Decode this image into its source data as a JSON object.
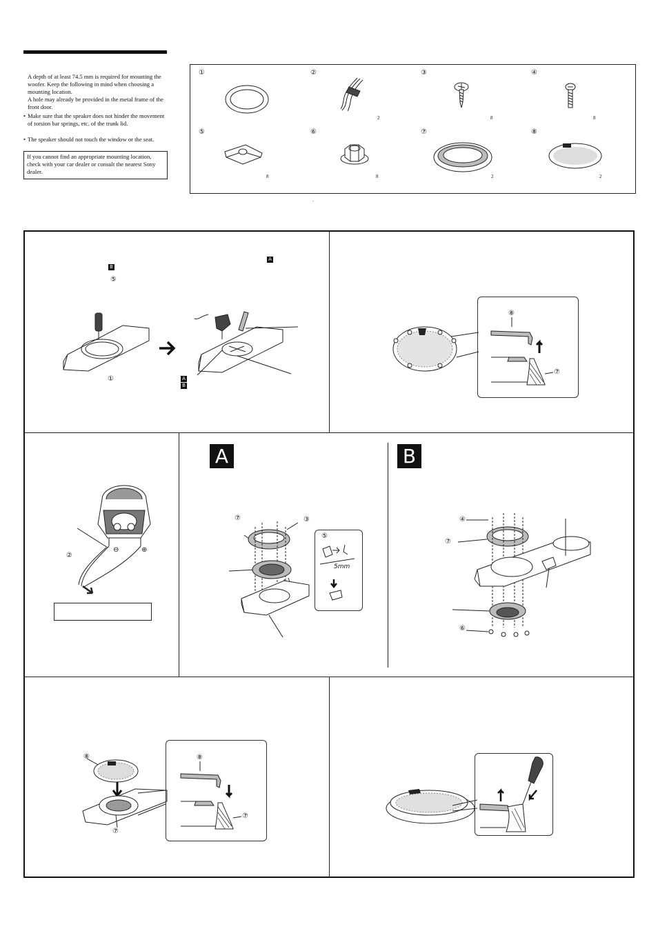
{
  "notes": {
    "p1": "A depth of at least 74.5 mm is required for mounting the woofer. Keep the following in mind when choosing a mounting location.",
    "p2": "A hole may already be provided in the metal frame of the front door.",
    "b1": "Make sure that the speaker does not hinder the movement of torsion bar springs, etc. of the trunk lid.",
    "b2": "The speaker should not touch the window or the seat.",
    "boxed": "If you cannot find an appropriate mounting location, check with your car dealer or consult the nearest Sony dealer."
  },
  "parts": [
    {
      "num": "①",
      "qty": "",
      "icon": "template-gasket-icon"
    },
    {
      "num": "②",
      "qty": "2",
      "icon": "speaker-cord-icon"
    },
    {
      "num": "③",
      "qty": "8",
      "icon": "tapping-screw-icon"
    },
    {
      "num": "④",
      "qty": "8",
      "icon": "machine-screw-icon"
    },
    {
      "num": "⑤",
      "qty": "8",
      "icon": "spring-nut-icon"
    },
    {
      "num": "⑥",
      "qty": "8",
      "icon": "hex-nut-icon"
    },
    {
      "num": "⑦",
      "qty": "2",
      "icon": "mounting-bracket-icon"
    },
    {
      "num": "⑧",
      "qty": "2",
      "icon": "grille-icon"
    }
  ],
  "dot": ".",
  "step1": {
    "badge_a": "A",
    "badge_b": "B",
    "ref5": "⑤",
    "ref1": "①",
    "label_a": "A",
    "label_b": "B"
  },
  "step2": {
    "ref8": "⑧",
    "ref7": "⑦"
  },
  "step3": {
    "ref2": "②",
    "minus": "⊖",
    "plus": "⊕"
  },
  "methodA": {
    "title": "A",
    "ref7": "⑦",
    "ref3": "③",
    "ref5": "⑤",
    "dim": "5mm"
  },
  "methodB": {
    "title": "B",
    "ref4": "④",
    "ref7": "⑦",
    "ref6": "⑥"
  },
  "step5": {
    "ref8a": "⑧",
    "ref8b": "⑧",
    "ref7a": "⑦",
    "ref7b": "⑦"
  }
}
